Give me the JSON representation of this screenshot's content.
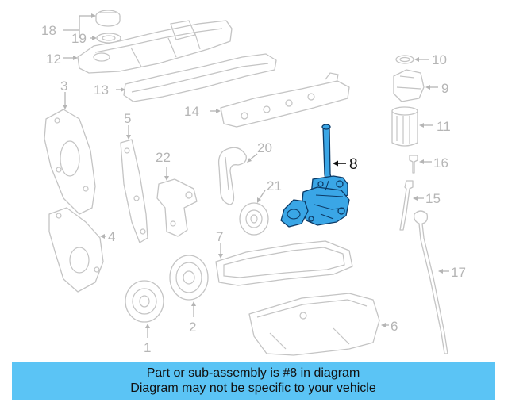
{
  "diagram": {
    "highlight_color": "#3aa6e6",
    "highlighted_part": "8",
    "callouts": {
      "p1": "1",
      "p2": "2",
      "p3": "3",
      "p4": "4",
      "p5": "5",
      "p6": "6",
      "p7": "7",
      "p8": "8",
      "p9": "9",
      "p10": "10",
      "p11": "11",
      "p12": "12",
      "p13": "13",
      "p14": "14",
      "p15": "15",
      "p16": "16",
      "p17": "17",
      "p18": "18",
      "p19": "19",
      "p20": "20",
      "p21": "21",
      "p22": "22"
    }
  },
  "banner": {
    "color": "#5bc4f5",
    "line1": "Part or sub-assembly is #8 in diagram",
    "line2": "Diagram may not be specific to your vehicle"
  }
}
